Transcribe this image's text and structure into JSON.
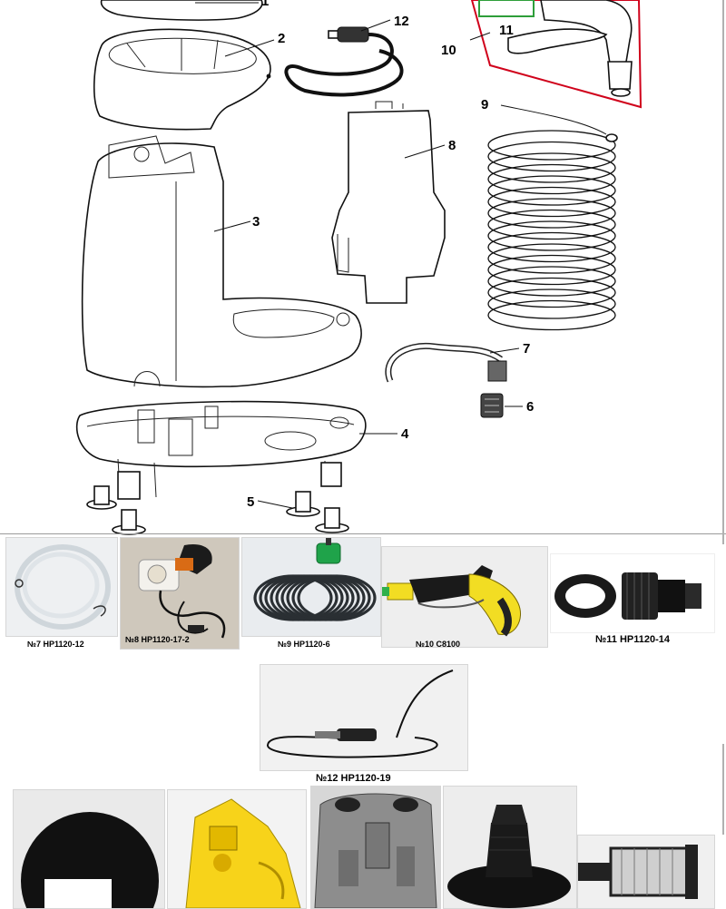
{
  "callouts": [
    "1",
    "2",
    "3",
    "4",
    "5",
    "6",
    "7",
    "8",
    "9",
    "10",
    "11",
    "12"
  ],
  "photos": [
    {
      "caption": "№7 HP1120-12"
    },
    {
      "caption": "№8 HP1120-17-2"
    },
    {
      "caption": "№9 HP1120-6"
    },
    {
      "caption": "№10 C8100"
    },
    {
      "caption": "№11 HP1120-14"
    },
    {
      "caption": "№12 HP1120-19"
    }
  ],
  "colors": {
    "highlight_red": "#d0021b",
    "highlight_green": "#2e9e3a",
    "nozzle_yellow": "#f2dd23",
    "hose_green": "#1fa34a",
    "part_yellow": "#f7d31a"
  }
}
